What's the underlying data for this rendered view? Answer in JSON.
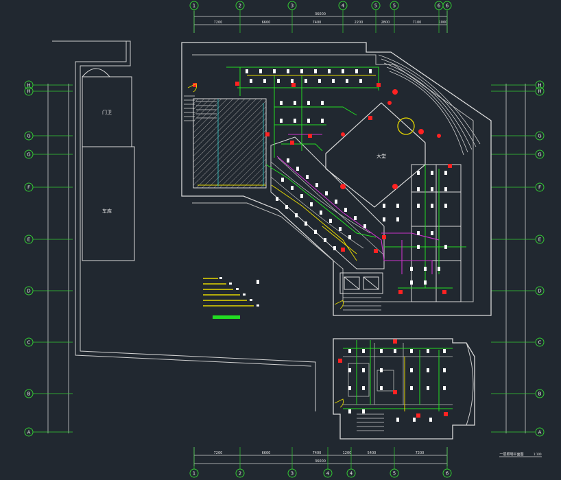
{
  "grid": {
    "top_axes": [
      "1",
      "2",
      "3",
      "4",
      "5",
      "5",
      "6",
      "6"
    ],
    "bottom_axes": [
      "1",
      "2",
      "3",
      "4",
      "4",
      "5",
      "6"
    ],
    "left_axes": [
      "H",
      "H",
      "G",
      "G",
      "F",
      "E",
      "D",
      "C",
      "B",
      "A"
    ],
    "right_axes": [
      "H",
      "H",
      "G",
      "G",
      "F",
      "E",
      "D",
      "C",
      "B",
      "A"
    ]
  },
  "dimensions": {
    "top_total": "36000",
    "top_segments": [
      "7200",
      "6600",
      "7400",
      "2200",
      "2800",
      "7100",
      "1000"
    ],
    "bottom_total": "36000",
    "bottom_segments": [
      "7200",
      "6600",
      "7400",
      "1200",
      "5400",
      "7200"
    ]
  },
  "rooms": {
    "hall": "大堂",
    "gate": "门卫",
    "garage": "车库"
  },
  "drawing_title": "一层照明平面图",
  "drawing_scale": "1:100",
  "colors": {
    "background": "#212830",
    "wall": "#d9d9d9",
    "grid": "#33cc33",
    "circuit_green": "#22dd22",
    "circuit_yellow": "#e6d800",
    "circuit_magenta": "#cc33cc",
    "fixture_red": "#ff2222",
    "fixture_white": "#ffffff"
  }
}
